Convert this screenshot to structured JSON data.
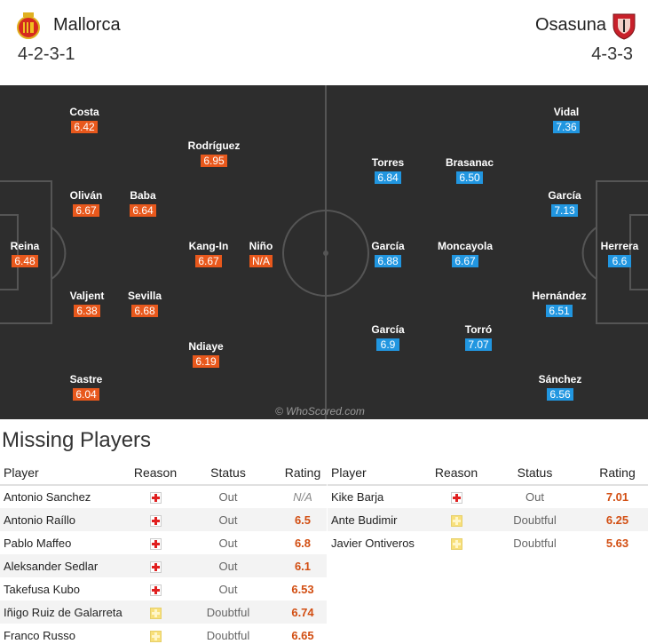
{
  "match": {
    "home": {
      "name": "Mallorca",
      "formation": "4-2-3-1"
    },
    "away": {
      "name": "Osasuna",
      "formation": "4-3-3"
    }
  },
  "pitch": {
    "watermark": "© WhoScored.com",
    "home_players": [
      {
        "name": "Reina",
        "rating": "6.48"
      },
      {
        "name": "Costa",
        "rating": "6.42"
      },
      {
        "name": "Oliván",
        "rating": "6.67"
      },
      {
        "name": "Valjent",
        "rating": "6.38"
      },
      {
        "name": "Sastre",
        "rating": "6.04"
      },
      {
        "name": "Baba",
        "rating": "6.64"
      },
      {
        "name": "Sevilla",
        "rating": "6.68"
      },
      {
        "name": "Rodríguez",
        "rating": "6.95"
      },
      {
        "name": "Kang-In",
        "rating": "6.67"
      },
      {
        "name": "Ndiaye",
        "rating": "6.19"
      },
      {
        "name": "Niño",
        "rating": "N/A"
      }
    ],
    "away_players": [
      {
        "name": "Herrera",
        "rating": "6.6"
      },
      {
        "name": "Vidal",
        "rating": "7.36"
      },
      {
        "name": "García",
        "rating": "7.13"
      },
      {
        "name": "Hernández",
        "rating": "6.51"
      },
      {
        "name": "Sánchez",
        "rating": "6.56"
      },
      {
        "name": "Brasanac",
        "rating": "6.50"
      },
      {
        "name": "Moncayola",
        "rating": "6.67"
      },
      {
        "name": "Torró",
        "rating": "7.07"
      },
      {
        "name": "Torres",
        "rating": "6.84"
      },
      {
        "name": "García",
        "rating": "6.88"
      },
      {
        "name": "García",
        "rating": "6.9"
      }
    ]
  },
  "missing": {
    "title": "Missing Players",
    "columns": {
      "player": "Player",
      "reason": "Reason",
      "status": "Status",
      "rating": "Rating"
    },
    "home": [
      {
        "player": "Antonio Sanchez",
        "reason_icon": "injury-icon",
        "status": "Out",
        "rating": "N/A"
      },
      {
        "player": "Antonio Raíllo",
        "reason_icon": "injury-icon",
        "status": "Out",
        "rating": "6.5"
      },
      {
        "player": "Pablo Maffeo",
        "reason_icon": "injury-icon",
        "status": "Out",
        "rating": "6.8"
      },
      {
        "player": "Aleksander Sedlar",
        "reason_icon": "injury-icon",
        "status": "Out",
        "rating": "6.1"
      },
      {
        "player": "Takefusa Kubo",
        "reason_icon": "injury-icon",
        "status": "Out",
        "rating": "6.53"
      },
      {
        "player": "Iñigo Ruiz de Galarreta",
        "reason_icon": "doubtful-icon",
        "status": "Doubtful",
        "rating": "6.74"
      },
      {
        "player": "Franco Russo",
        "reason_icon": "doubtful-icon",
        "status": "Doubtful",
        "rating": "6.65"
      }
    ],
    "away": [
      {
        "player": "Kike Barja",
        "reason_icon": "injury-icon",
        "status": "Out",
        "rating": "7.01"
      },
      {
        "player": "Ante Budimir",
        "reason_icon": "doubtful-icon",
        "status": "Doubtful",
        "rating": "6.25"
      },
      {
        "player": "Javier Ontiveros",
        "reason_icon": "doubtful-icon",
        "status": "Doubtful",
        "rating": "5.63"
      }
    ]
  },
  "colors": {
    "home_rating": "#e8581c",
    "away_rating": "#2196e0",
    "pitch": "#2d2d2d",
    "missing_rating": "#d24e12"
  }
}
